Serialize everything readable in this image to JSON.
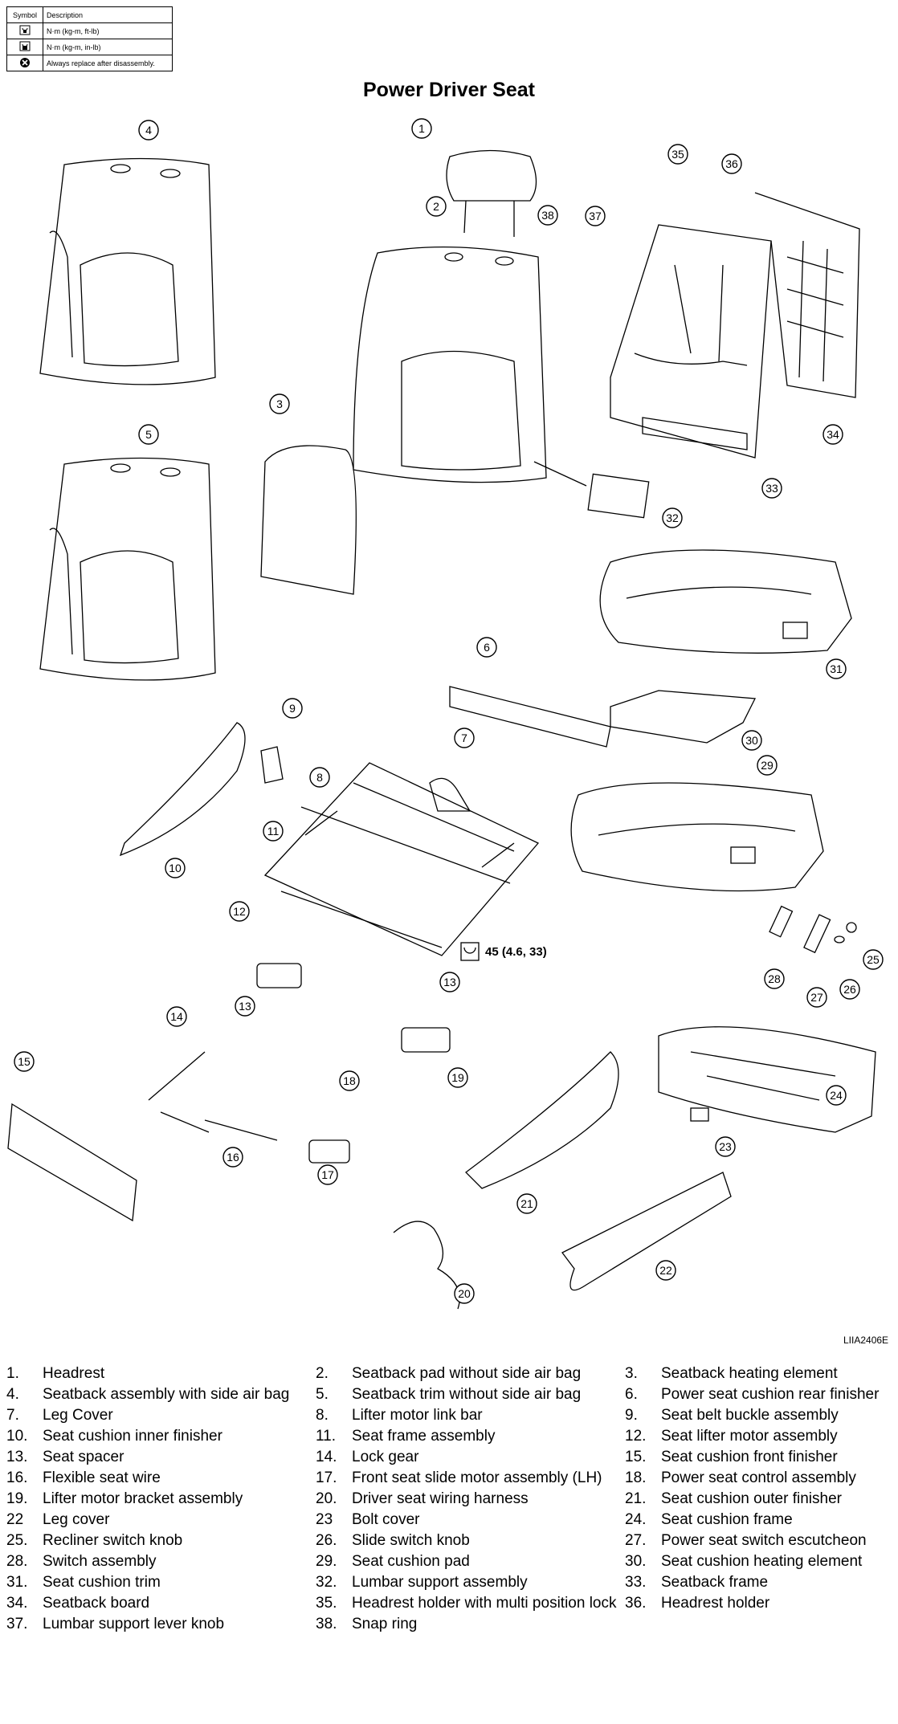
{
  "legend": {
    "header_symbol": "Symbol",
    "header_description": "Description",
    "rows": [
      {
        "icon": "torque-ft-lb-icon",
        "text": "N·m (kg-m, ft-lb)"
      },
      {
        "icon": "torque-in-lb-icon",
        "text": "N·m (kg-m, in-lb)"
      },
      {
        "icon": "always-replace-icon",
        "text": "Always replace after disassembly."
      }
    ]
  },
  "title": "Power Driver Seat",
  "diagram": {
    "callouts": [
      "1",
      "2",
      "3",
      "4",
      "5",
      "6",
      "7",
      "8",
      "9",
      "10",
      "11",
      "12",
      "13",
      "13",
      "14",
      "15",
      "16",
      "17",
      "18",
      "19",
      "20",
      "21",
      "22",
      "23",
      "24",
      "25",
      "26",
      "27",
      "28",
      "29",
      "30",
      "31",
      "32",
      "33",
      "34",
      "35",
      "36",
      "37",
      "38"
    ],
    "torque_spec": "45 (4.6, 33)"
  },
  "figure_code": "LIIA2406E",
  "parts": [
    {
      "num": "1.",
      "name": "Headrest"
    },
    {
      "num": "2.",
      "name": "Seatback pad without side air bag"
    },
    {
      "num": "3.",
      "name": "Seatback heating element"
    },
    {
      "num": "4.",
      "name": "Seatback assembly with side air bag"
    },
    {
      "num": "5.",
      "name": "Seatback trim without side air bag"
    },
    {
      "num": "6.",
      "name": "Power seat cushion rear finisher"
    },
    {
      "num": "7.",
      "name": "Leg Cover"
    },
    {
      "num": "8.",
      "name": "Lifter motor link bar"
    },
    {
      "num": "9.",
      "name": "Seat belt buckle assembly"
    },
    {
      "num": "10.",
      "name": "Seat cushion inner finisher"
    },
    {
      "num": "11.",
      "name": "Seat frame assembly"
    },
    {
      "num": "12.",
      "name": "Seat lifter motor assembly"
    },
    {
      "num": "13.",
      "name": "Seat spacer"
    },
    {
      "num": "14.",
      "name": "Lock gear"
    },
    {
      "num": "15.",
      "name": "Seat cushion front finisher"
    },
    {
      "num": "16.",
      "name": "Flexible seat wire"
    },
    {
      "num": "17.",
      "name": "Front seat slide motor assembly (LH)"
    },
    {
      "num": "18.",
      "name": "Power seat control assembly"
    },
    {
      "num": "19.",
      "name": "Lifter motor bracket assembly"
    },
    {
      "num": "20.",
      "name": "Driver seat wiring harness"
    },
    {
      "num": "21.",
      "name": "Seat cushion outer finisher"
    },
    {
      "num": "22",
      "name": "Leg cover"
    },
    {
      "num": "23",
      "name": "Bolt cover"
    },
    {
      "num": "24.",
      "name": "Seat cushion frame"
    },
    {
      "num": "25.",
      "name": "Recliner switch knob"
    },
    {
      "num": "26.",
      "name": "Slide switch knob"
    },
    {
      "num": "27.",
      "name": "Power seat switch escutcheon"
    },
    {
      "num": "28.",
      "name": "Switch assembly"
    },
    {
      "num": "29.",
      "name": "Seat cushion pad"
    },
    {
      "num": "30.",
      "name": "Seat cushion heating element"
    },
    {
      "num": "31.",
      "name": "Seat cushion trim"
    },
    {
      "num": "32.",
      "name": "Lumbar support assembly"
    },
    {
      "num": "33.",
      "name": "Seatback frame"
    },
    {
      "num": "34.",
      "name": " Seatback board"
    },
    {
      "num": "35.",
      "name": "Headrest holder with multi position lock"
    },
    {
      "num": "36.",
      "name": " Headrest holder"
    },
    {
      "num": "37.",
      "name": "Lumbar support lever knob"
    },
    {
      "num": "38.",
      "name": "Snap ring"
    }
  ]
}
